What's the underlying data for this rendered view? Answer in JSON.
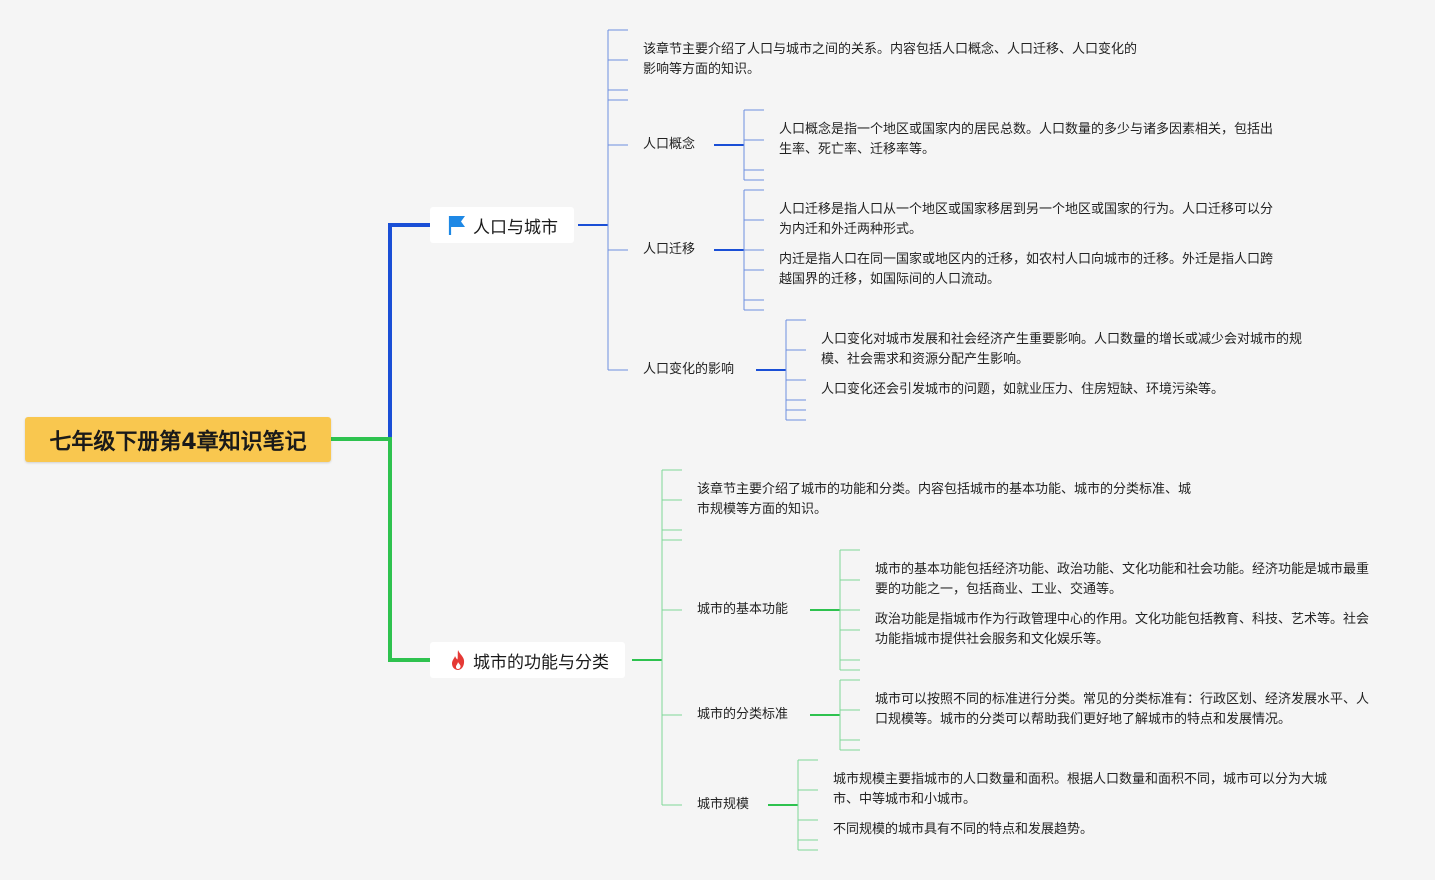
{
  "root": {
    "title": "七年级下册第4章知识笔记"
  },
  "colors": {
    "branch1": "#1a4fd6",
    "branch2": "#2ec24f",
    "root_bg": "#f9c74f",
    "flag": "#1e88e5",
    "fire": "#e53935"
  },
  "branch1": {
    "title": "人口与城市",
    "icon": "flag-icon",
    "intro": "该章节主要介绍了人口与城市之间的关系。内容包括人口概念、人口迁移、人口变化的影响等方面的知识。",
    "topics": [
      {
        "label": "人口概念",
        "notes": [
          "人口概念是指一个地区或国家内的居民总数。人口数量的多少与诸多因素相关，包括出生率、死亡率、迁移率等。"
        ]
      },
      {
        "label": "人口迁移",
        "notes": [
          "人口迁移是指人口从一个地区或国家移居到另一个地区或国家的行为。人口迁移可以分为内迁和外迁两种形式。",
          "内迁是指人口在同一国家或地区内的迁移，如农村人口向城市的迁移。外迁是指人口跨越国界的迁移，如国际间的人口流动。"
        ]
      },
      {
        "label": "人口变化的影响",
        "notes": [
          "人口变化对城市发展和社会经济产生重要影响。人口数量的增长或减少会对城市的规模、社会需求和资源分配产生影响。",
          "人口变化还会引发城市的问题，如就业压力、住房短缺、环境污染等。"
        ]
      }
    ]
  },
  "branch2": {
    "title": "城市的功能与分类",
    "icon": "fire-icon",
    "intro": "该章节主要介绍了城市的功能和分类。内容包括城市的基本功能、城市的分类标准、城市规模等方面的知识。",
    "topics": [
      {
        "label": "城市的基本功能",
        "notes": [
          "城市的基本功能包括经济功能、政治功能、文化功能和社会功能。经济功能是城市最重要的功能之一，包括商业、工业、交通等。",
          "政治功能是指城市作为行政管理中心的作用。文化功能包括教育、科技、艺术等。社会功能指城市提供社会服务和文化娱乐等。"
        ]
      },
      {
        "label": "城市的分类标准",
        "notes": [
          "城市可以按照不同的标准进行分类。常见的分类标准有：行政区划、经济发展水平、人口规模等。城市的分类可以帮助我们更好地了解城市的特点和发展情况。"
        ]
      },
      {
        "label": "城市规模",
        "notes": [
          "城市规模主要指城市的人口数量和面积。根据人口数量和面积不同，城市可以分为大城市、中等城市和小城市。",
          "不同规模的城市具有不同的特点和发展趋势。"
        ]
      }
    ]
  }
}
